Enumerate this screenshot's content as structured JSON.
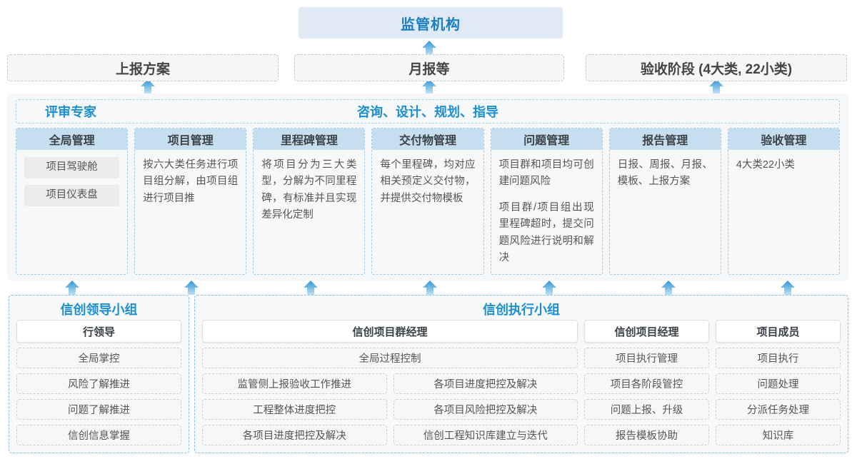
{
  "colors": {
    "accent": "#1a8fd4",
    "header_fill": "#c6dff0",
    "authority_fill": "#dfeaf5",
    "arrow": "#3fa2dd"
  },
  "authority": {
    "label": "监管机构"
  },
  "reports": [
    {
      "label": "上报方案"
    },
    {
      "label": "月报等"
    },
    {
      "label": "验收阶段 (4大类, 22小类)"
    }
  ],
  "middle": {
    "left_label": "评审专家",
    "center_label": "咨询、设计、规划、指导",
    "cards": [
      {
        "title": "全局管理",
        "pills": [
          "项目驾驶舱",
          "项目仪表盘"
        ],
        "paragraphs": []
      },
      {
        "title": "项目管理",
        "pills": [],
        "paragraphs": [
          "按六大类任务进行项目组分解，由项目组进行项目推"
        ]
      },
      {
        "title": "里程碑管理",
        "pills": [],
        "paragraphs": [
          "将项目分为三大类型，分解为不同里程碑，有标准并且实现差异化定制"
        ]
      },
      {
        "title": "交付物管理",
        "pills": [],
        "paragraphs": [
          "每个里程碑，均对应相关预定义交付物，并提供交付物模板"
        ]
      },
      {
        "title": "问题管理",
        "pills": [],
        "paragraphs": [
          "项目群和项目均可创建问题风险",
          "项目群/项目组出现里程碑超时，提交问题风险进行说明和解决"
        ]
      },
      {
        "title": "报告管理",
        "pills": [],
        "paragraphs": [
          "日报、周报、月报、模板、上报方案"
        ]
      },
      {
        "title": "验收管理",
        "pills": [],
        "plain": [
          "4大类22小类"
        ],
        "paragraphs": []
      }
    ]
  },
  "bottom": {
    "leading_group": {
      "title": "信创领导小组",
      "role": "行领导",
      "tasks": [
        "全局掌控",
        "风险了解推进",
        "问题了解推进",
        "信创信息掌握"
      ]
    },
    "execution_group": {
      "title": "信创执行小组",
      "columns": [
        {
          "role": "信创项目群经理",
          "full_width_task": "全局过程控制",
          "left_tasks": [
            "监管侧上报验收工作推进",
            "工程整体进度把控",
            "各项目进度把控及解决"
          ],
          "right_tasks": [
            "各项目进度把控及解决",
            "各项目风险把控及解决",
            "信创工程知识库建立与迭代"
          ]
        },
        {
          "role": "信创项目经理",
          "tasks": [
            "项目执行管理",
            "项目各阶段管控",
            "问题上报、升级",
            "报告模板协助"
          ]
        },
        {
          "role": "项目成员",
          "tasks": [
            "项目执行",
            "问题处理",
            "分派任务处理",
            "知识库"
          ]
        }
      ]
    }
  },
  "arrows": {
    "upper": [
      {
        "name": "arrow-to-report-0"
      },
      {
        "name": "arrow-to-report-1"
      },
      {
        "name": "arrow-to-report-2"
      }
    ],
    "lower": [
      {
        "name": "arrow-to-card-0"
      },
      {
        "name": "arrow-to-card-1"
      },
      {
        "name": "arrow-to-card-2"
      },
      {
        "name": "arrow-to-card-3"
      },
      {
        "name": "arrow-to-card-4"
      },
      {
        "name": "arrow-to-card-5"
      },
      {
        "name": "arrow-to-card-6"
      }
    ]
  }
}
